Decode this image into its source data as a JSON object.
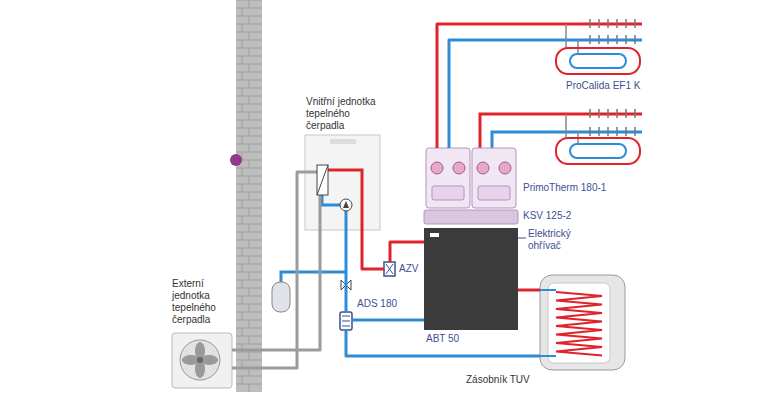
{
  "diagram": {
    "nodes": [
      {
        "text": [
          "ProCalida EF1 K"
        ]
      },
      {
        "text": [
          "Vnitřní jednotka tepelného čerpadla"
        ]
      },
      {
        "text": [
          "PrimoTherm 180-1"
        ]
      },
      {
        "text": [
          "KSV 125-2"
        ]
      },
      {
        "text": [
          "AZV"
        ]
      },
      {
        "text": [
          "Externí jednotka tepelného čerpadla"
        ]
      },
      {
        "text": [
          "ADS 180"
        ]
      },
      {
        "text": [
          "ABT 50"
        ]
      },
      {
        "text": [
          "Zásobník TUV"
        ]
      }
    ],
    "edges": [
      {
        "from": 1,
        "to": 5,
        "arrow": "none"
      },
      {
        "from": 1,
        "to": 5,
        "arrow": "none"
      },
      {
        "from": 1,
        "to": 4,
        "arrow": "none"
      },
      {
        "from": 4,
        "to": 7,
        "arrow": "none"
      },
      {
        "from": 6,
        "to": 1,
        "arrow": "none"
      },
      {
        "from": 8,
        "to": 6,
        "arrow": "none"
      },
      {
        "from": 7,
        "to": 6,
        "arrow": "none"
      },
      {
        "from": 7,
        "to": 8,
        "arrow": "none"
      },
      {
        "from": 2,
        "to": 0,
        "arrow": "none"
      },
      {
        "from": 2,
        "to": 0,
        "arrow": "none"
      }
    ],
    "labels": [
      "Elektrický ohřívač"
    ]
  }
}
